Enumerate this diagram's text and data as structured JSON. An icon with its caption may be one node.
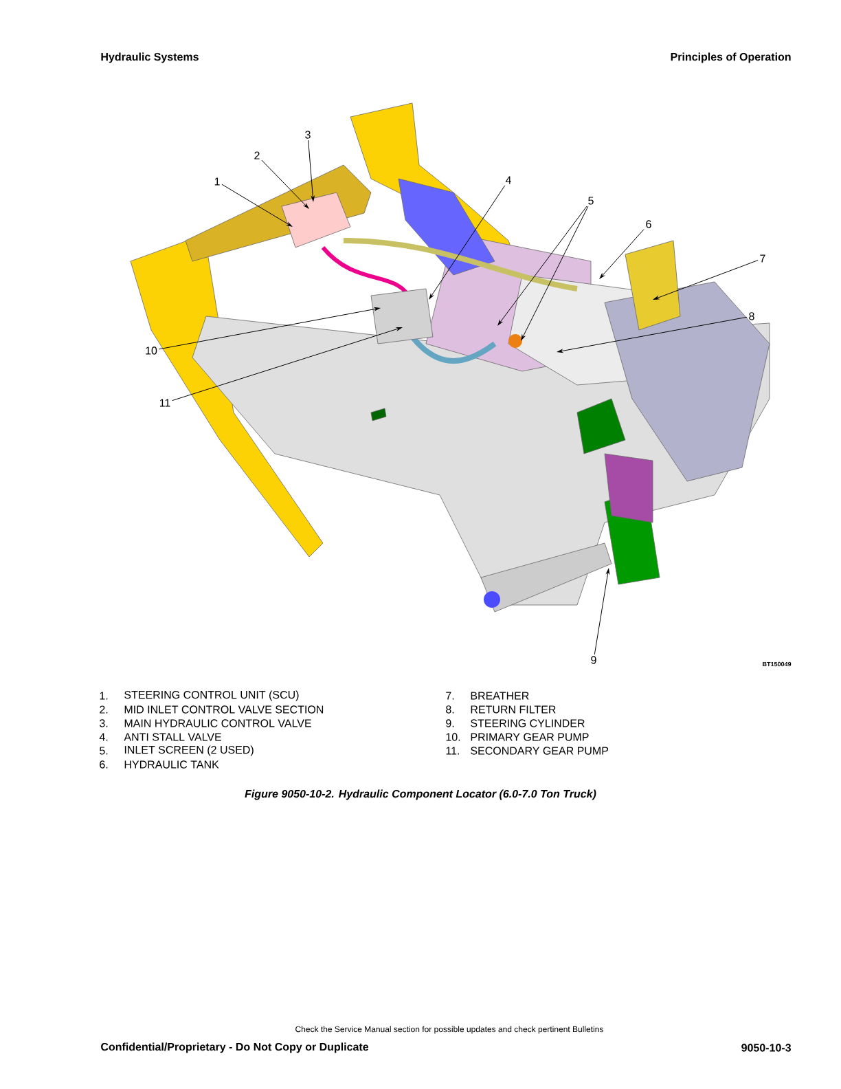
{
  "diagram": {
    "caption": "Figure 9050-10-2. Hydraulic Component Locator (6.0-7.0 Ton Truck)",
    "nodes": [
      {
        "text": [
          "1"
        ]
      },
      {
        "text": [
          "2"
        ]
      },
      {
        "text": [
          "3"
        ]
      },
      {
        "text": [
          "4"
        ]
      },
      {
        "text": [
          "5"
        ]
      },
      {
        "text": [
          "6"
        ]
      },
      {
        "text": [
          "7"
        ]
      },
      {
        "text": [
          "8"
        ]
      },
      {
        "text": [
          "9"
        ]
      },
      {
        "text": [
          "10"
        ]
      },
      {
        "text": [
          "11"
        ]
      }
    ],
    "edges": [
      {
        "from": 0,
        "to": null,
        "arrow": "to"
      },
      {
        "from": 1,
        "to": null,
        "arrow": "to"
      },
      {
        "from": 2,
        "to": null,
        "arrow": "to"
      },
      {
        "from": 3,
        "to": null,
        "arrow": "to"
      },
      {
        "from": 4,
        "to": null,
        "arrow": "to"
      },
      {
        "from": 4,
        "to": null,
        "arrow": "to"
      },
      {
        "from": 5,
        "to": null,
        "arrow": "to"
      },
      {
        "from": 6,
        "to": null,
        "arrow": "to"
      },
      {
        "from": 7,
        "to": null,
        "arrow": "to"
      },
      {
        "from": 8,
        "to": null,
        "arrow": "to"
      },
      {
        "from": 9,
        "to": null,
        "arrow": "to"
      },
      {
        "from": 10,
        "to": null,
        "arrow": "to"
      }
    ],
    "labels": [
      "Hydraulic Systems",
      "Principles of Operation",
      "BT150049",
      "1.",
      "STEERING CONTROL UNIT (SCU)",
      "7.",
      "BREATHER",
      "2.",
      "MID INLET CONTROL VALVE SECTION",
      "8.",
      "RETURN FILTER",
      "3.",
      "MAIN HYDRAULIC CONTROL VALVE",
      "9.",
      "STEERING CYLINDER",
      "4.",
      "ANTI STALL VALVE",
      "10.",
      "PRIMARY GEAR PUMP",
      "5.",
      "INLET SCREEN (2 USED)",
      "11.",
      "SECONDARY GEAR PUMP",
      "6.",
      "HYDRAULIC TANK",
      "Check the Service Manual section for possible updates and check pertinent Bulletins",
      "Confidential/Proprietary - Do Not Copy or Duplicate",
      "9050-10-3"
    ]
  }
}
